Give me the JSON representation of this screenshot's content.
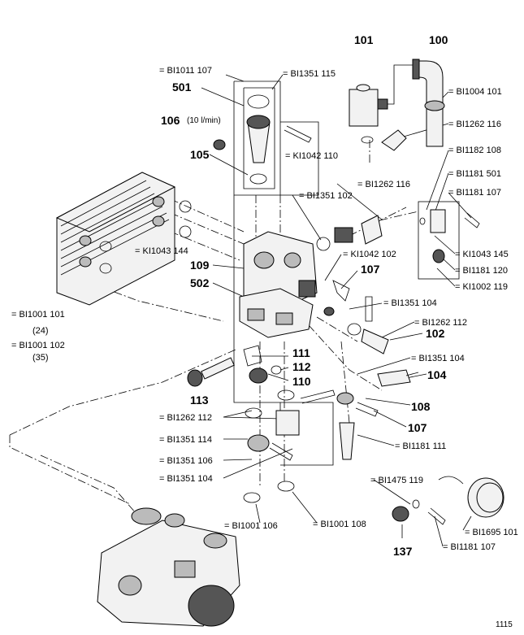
{
  "labels": {
    "p100": "100",
    "p101": "101",
    "bi1004_101": "= BI1004 101",
    "bi1011_107": "= BI1011 107",
    "bi1351_115": "= BI1351 115",
    "p501": "501",
    "p106": "106",
    "flow": "(10 l/min)",
    "bi1262_116a": "= BI1262 116",
    "bi1182_108": "= BI1182 108",
    "p105": "105",
    "ki1042_110": "= KI1042 110",
    "bi1181_501": "= BI1181 501",
    "bi1262_116b": "= BI1262 116",
    "bi1351_102": "= BI1351 102",
    "bi1181_107a": "= BI1181 107",
    "ki1043_144": "= KI1043 144",
    "ki1042_102": "= KI1042 102",
    "ki1043_145": "= KI1043 145",
    "p109": "109",
    "bi1181_120": "= BI1181 120",
    "p107a": "107",
    "ki1002_119": "= KI1002 119",
    "p502": "502",
    "bi1351_104a": "= BI1351 104",
    "bi1001_101": "= BI1001 101",
    "n24": "(24)",
    "bi1262_112a": "= BI1262 112",
    "bi1001_102": "= BI1001 102",
    "n35": "(35)",
    "p102": "102",
    "p111": "111",
    "bi1351_104b": "= BI1351 104",
    "p112": "112",
    "p104": "104",
    "p110": "110",
    "p113": "113",
    "p108": "108",
    "bi1262_112b": "= BI1262 112",
    "p107b": "107",
    "bi1351_114": "= BI1351 114",
    "bi1181_111": "= BI1181 111",
    "bi1351_106": "= BI1351 106",
    "bi1351_104c": "= BI1351 104",
    "bi1475_119": "= BI1475 119",
    "bi1001_106": "= BI1001 106",
    "bi1001_108": "= BI1001 108",
    "bi1695_101": "= BI1695 101",
    "p137": "137",
    "bi1181_107b": "= BI1181 107",
    "page_number": "1115"
  }
}
